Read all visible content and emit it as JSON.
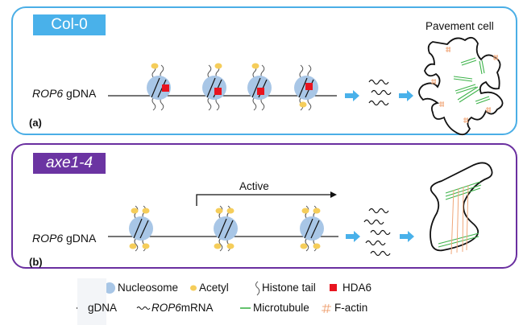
{
  "panels": [
    {
      "id": "a",
      "tag": "Col-0",
      "letter": "(a)",
      "gene_label_italic": "ROP6",
      "gene_label_rest": " gDNA",
      "cell_title": "Pavement cell",
      "nucleosomes": 4,
      "hda6_present": true,
      "mrna_count": 3
    },
    {
      "id": "b",
      "tag": "axe1-4",
      "letter": "(b)",
      "gene_label_italic": "ROP6",
      "gene_label_rest": " gDNA",
      "transcription_label": "Active",
      "nucleosomes": 3,
      "hda6_present": false,
      "mrna_count": 5
    }
  ],
  "legend": {
    "row1": [
      {
        "icon": "nucleosome-icon",
        "label": "Nucleosome",
        "color": "#a8c6e6"
      },
      {
        "icon": "acetyl-icon",
        "label": "Acetyl",
        "color": "#f5cd5a"
      },
      {
        "icon": "histone-tail-icon",
        "label": "Histone tail",
        "color": "#444444"
      },
      {
        "icon": "hda6-icon",
        "label": "HDA6",
        "color": "#e8141f"
      }
    ],
    "row2": [
      {
        "icon": "gdna-icon",
        "label": "gDNA",
        "color": "#111111"
      },
      {
        "icon": "mrna-icon",
        "label_italic": "ROP6",
        "label": " mRNA",
        "color": "#111111"
      },
      {
        "icon": "microtubule-icon",
        "label": "Microtubule",
        "color": "#3db34a"
      },
      {
        "icon": "f-actin-icon",
        "label": "F-actin",
        "color": "#f0a77a"
      }
    ]
  },
  "colors": {
    "col0": "#49b1ea",
    "axe": "#6b34a2",
    "arrow": "#49b1ea"
  }
}
